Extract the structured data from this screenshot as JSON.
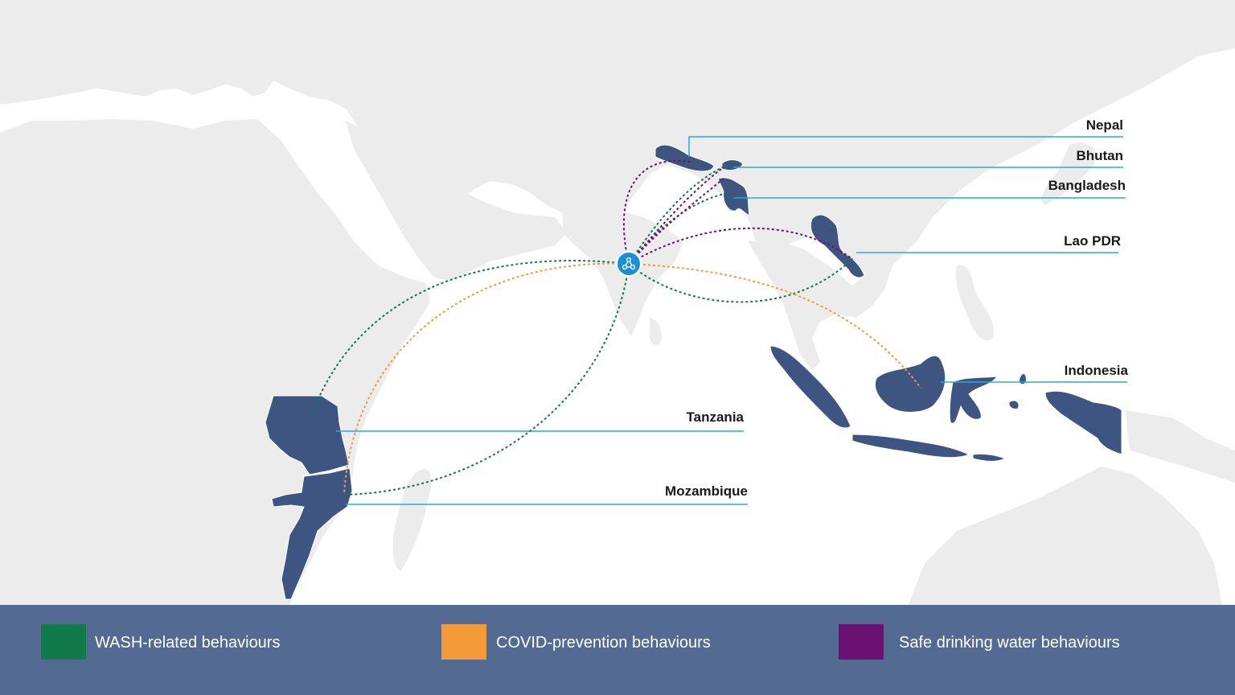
{
  "colors": {
    "ocean": "#ffffff",
    "land": "#ececec",
    "highlight_country": "#3d5580",
    "leader_line": "#29a8e0",
    "hub": "#1a8fd6",
    "legend_bg": "#536b92"
  },
  "hub_icon": "network-hub-icon",
  "countries": [
    {
      "key": "nepal",
      "label": "Nepal"
    },
    {
      "key": "bhutan",
      "label": "Bhutan"
    },
    {
      "key": "bangladesh",
      "label": "Bangladesh"
    },
    {
      "key": "lao",
      "label": "Lao PDR"
    },
    {
      "key": "indonesia",
      "label": "Indonesia"
    },
    {
      "key": "tanzania",
      "label": "Tanzania"
    },
    {
      "key": "mozambique",
      "label": "Mozambique"
    }
  ],
  "legend": [
    {
      "label": "WASH-related behaviours",
      "color": "#117a4a"
    },
    {
      "label": "COVID-prevention behaviours",
      "color": "#f29b38"
    },
    {
      "label": "Safe drinking water behaviours",
      "color": "#6b1270"
    }
  ]
}
